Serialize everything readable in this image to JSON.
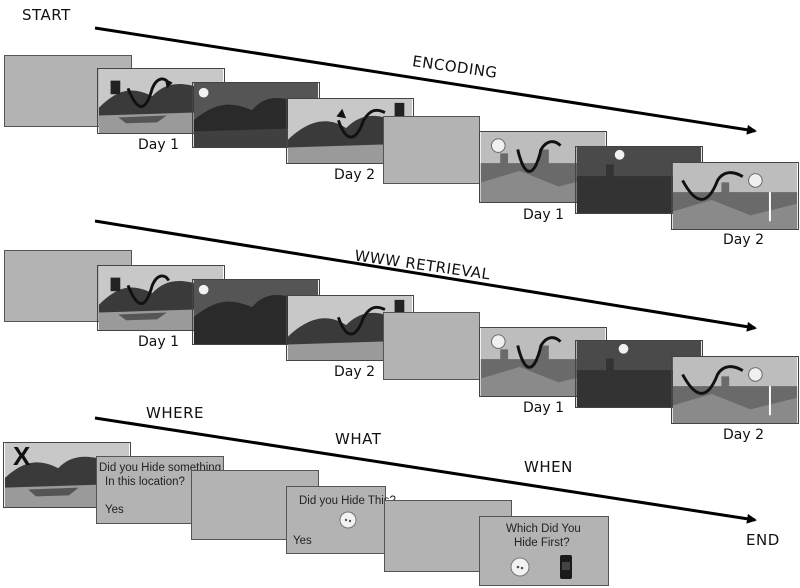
{
  "labels": {
    "start": "START",
    "end": "END",
    "encoding": "ENCODING",
    "www_retrieval": "WWW RETRIEVAL",
    "where": "WHERE",
    "what": "WHAT",
    "when": "WHEN",
    "day1": "Day 1",
    "day2": "Day 2"
  },
  "where_panel": {
    "question_line1": "Did you Hide something",
    "question_line2": "In this location?",
    "answer": "Yes",
    "marker": "X"
  },
  "what_panel": {
    "question": "Did you Hide This?",
    "answer": "Yes"
  },
  "when_panel": {
    "question_line1": "Which Did You",
    "question_line2": "Hide First?"
  }
}
